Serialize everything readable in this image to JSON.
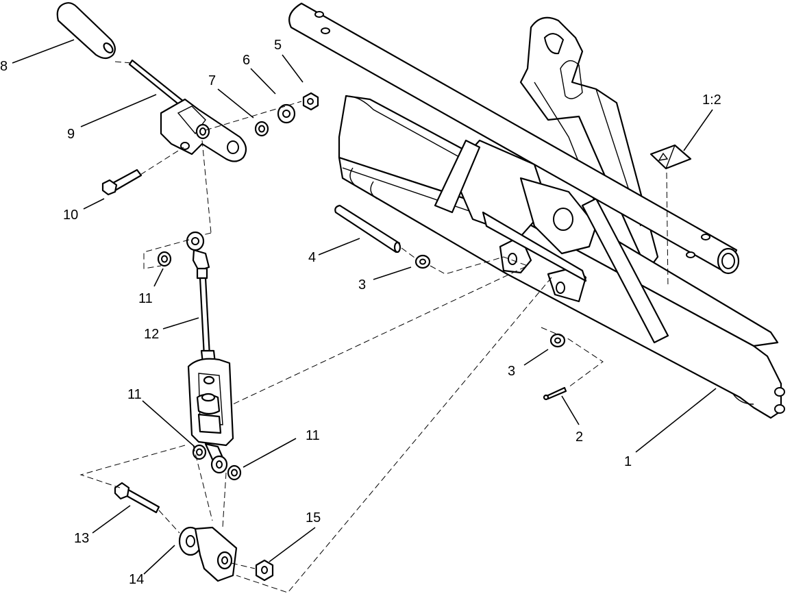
{
  "callouts": {
    "c1": "1",
    "c1_2": "1:2",
    "c2": "2",
    "c3a": "3",
    "c3b": "3",
    "c4": "4",
    "c5": "5",
    "c6": "6",
    "c7": "7",
    "c8": "8",
    "c9": "9",
    "c10": "10",
    "c11a": "11",
    "c11b": "11",
    "c11c": "11",
    "c12": "12",
    "c13": "13",
    "c14": "14",
    "c15": "15"
  }
}
